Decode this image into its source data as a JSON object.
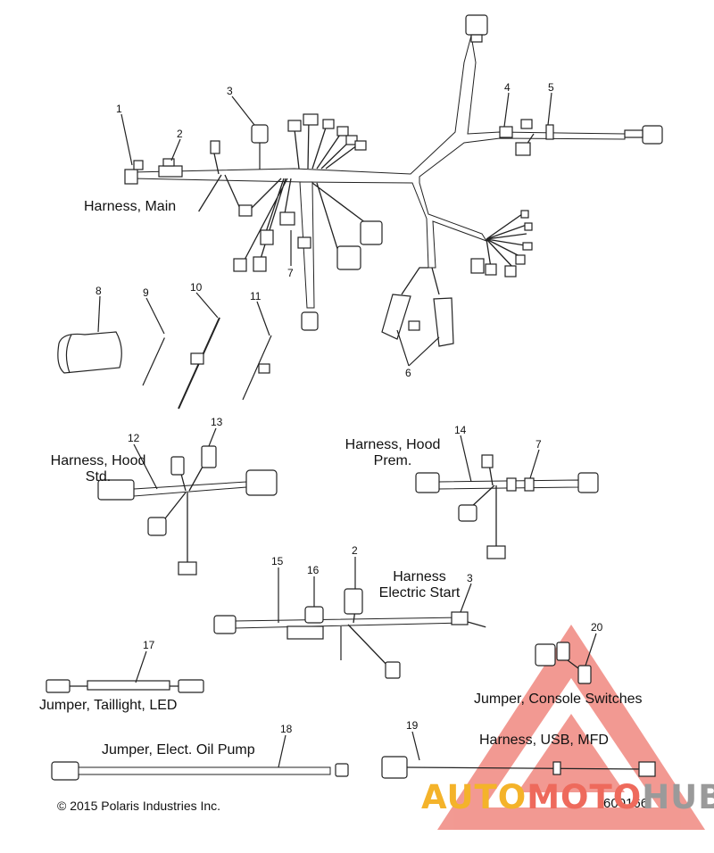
{
  "labels": {
    "harness_main": "Harness, Main",
    "harness_hood_std_1": "Harness, Hood",
    "harness_hood_std_2": "Std.",
    "harness_hood_prem_1": "Harness, Hood",
    "harness_hood_prem_2": "Prem.",
    "harness_electric_start_1": "Harness",
    "harness_electric_start_2": "Electric Start",
    "jumper_taillight": "Jumper, Taillight, LED",
    "jumper_oil_pump": "Jumper, Elect. Oil Pump",
    "jumper_console": "Jumper, Console Switches",
    "harness_usb": "Harness, USB, MFD"
  },
  "callouts": [
    "1",
    "2",
    "3",
    "4",
    "5",
    "6",
    "7",
    "8",
    "9",
    "10",
    "11",
    "12",
    "13",
    "14",
    "7",
    "15",
    "16",
    "2",
    "3",
    "17",
    "18",
    "19",
    "20"
  ],
  "copyright": "© 2015 Polaris Industries Inc.",
  "figure_number": "600166",
  "watermark": {
    "part1": "AUTO",
    "part2": "MOTO",
    "part3": "HUB"
  },
  "colors": {
    "watermark_red": "#e8473a",
    "watermark_yellow": "#f4b32a",
    "watermark_gray": "#9a9a9a"
  }
}
